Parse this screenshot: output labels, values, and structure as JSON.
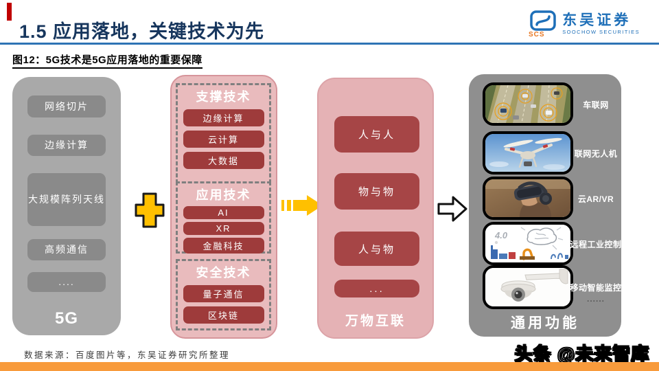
{
  "slide": {
    "title": "1.5 应用落地，关键技术为先",
    "figure_caption": "图12：5G技术是5G应用落地的重要保障",
    "source_note": "数据来源：百度图片等，东吴证券研究所整理",
    "watermark": "头条 @未来智库"
  },
  "logo": {
    "brand_cn": "东吴证券",
    "brand_en": "SOOCHOW SECURITIES",
    "monogram": "SCS"
  },
  "diagram": {
    "input_column": {
      "label": "5G",
      "items": [
        "网络切片",
        "边缘计算",
        "大规模阵列天线",
        "高频通信",
        "...."
      ]
    },
    "tech_column": {
      "sections": [
        {
          "title": "支撑技术",
          "items": [
            "边缘计算",
            "云计算",
            "大数据"
          ]
        },
        {
          "title": "应用技术",
          "items": [
            "AI",
            "XR",
            "金融科技"
          ]
        },
        {
          "title": "安全技术",
          "items": [
            "量子通信",
            "区块链"
          ]
        }
      ]
    },
    "connection_column": {
      "label": "万物互联",
      "items": [
        "人与人",
        "物与物",
        "人与物",
        "..."
      ]
    },
    "application_column": {
      "label": "通用功能",
      "ellipsis": "......",
      "industry_caption": "4.0",
      "rows": [
        {
          "label": "车联网",
          "image": "connected-cars"
        },
        {
          "label": "联网无人机",
          "image": "drone"
        },
        {
          "label": "云AR/VR",
          "image": "vr-headset"
        },
        {
          "label": "远程工业控制",
          "image": "industry-4-0"
        },
        {
          "label": "移动智能监控",
          "image": "dome-camera"
        }
      ]
    }
  },
  "colors": {
    "title_blue": "#17365D",
    "rule_blue": "#2E74B5",
    "logo_blue": "#1E6FB8",
    "accent_red": "#C00000",
    "column_gray_light": "#A9A9A9",
    "column_gray_dark": "#8F8F8F",
    "item_gray": "#8A8A8A",
    "pink_light": "#E9BBBD",
    "pink_mid": "#E5B2B5",
    "dark_red": "#9E3B3B",
    "dark_red2": "#A64546",
    "operator_yellow": "#FFC000",
    "footer_orange": "#F89B3C"
  }
}
